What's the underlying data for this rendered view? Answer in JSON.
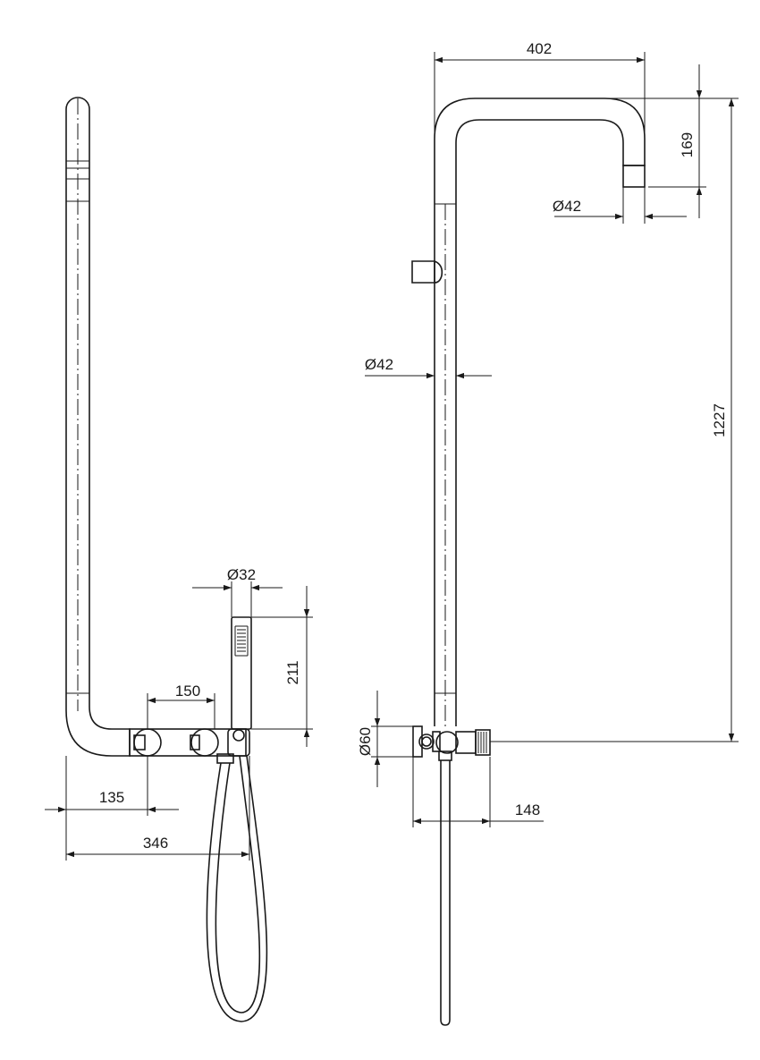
{
  "side_view": {
    "dimensions": {
      "hand_shower_diameter": "Ø32",
      "valve_spacing": "150",
      "hand_shower_height": "211",
      "pipe_offset": "135",
      "total_depth": "346"
    }
  },
  "front_view": {
    "dimensions": {
      "arm_projection": "402",
      "arm_drop": "169",
      "head_diameter": "Ø42",
      "pipe_diameter": "Ø42",
      "column_height": "1227",
      "knob_diameter": "Ø60",
      "mixer_width": "148"
    }
  }
}
